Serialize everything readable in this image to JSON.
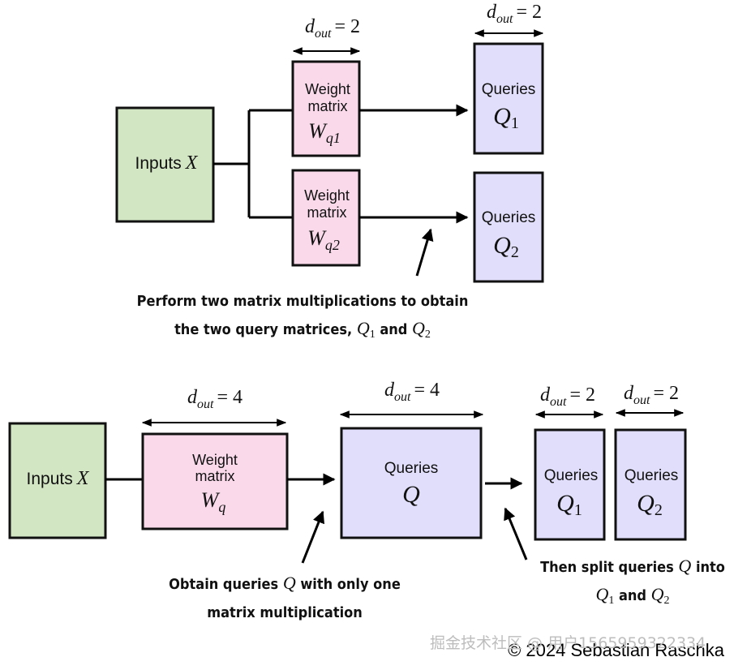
{
  "top_diagram": {
    "input_box": {
      "label": "Inputs",
      "symbol": "X"
    },
    "weight_boxes": [
      {
        "line1": "Weight",
        "line2": "matrix",
        "symbol": "W",
        "subscript": "q1"
      },
      {
        "line1": "Weight",
        "line2": "matrix",
        "symbol": "W",
        "subscript": "q2"
      }
    ],
    "query_boxes": [
      {
        "label": "Queries",
        "symbol": "Q",
        "subscript": "1"
      },
      {
        "label": "Queries",
        "symbol": "Q",
        "subscript": "2"
      }
    ],
    "dims": [
      {
        "var": "d",
        "sub": "out",
        "eq": "= 2"
      },
      {
        "var": "d",
        "sub": "out",
        "eq": "= 2"
      }
    ],
    "caption": {
      "line1": "Perform two matrix multiplications to obtain",
      "line2_prefix": "the two query matrices, ",
      "q1": "Q",
      "q1_sub": "1",
      "and": " and ",
      "q2": "Q",
      "q2_sub": "2"
    }
  },
  "bottom_diagram": {
    "input_box": {
      "label": "Inputs",
      "symbol": "X"
    },
    "weight_box": {
      "line1": "Weight",
      "line2": "matrix",
      "symbol": "W",
      "subscript": "q"
    },
    "query_box": {
      "label": "Queries",
      "symbol": "Q"
    },
    "split_boxes": [
      {
        "label": "Queries",
        "symbol": "Q",
        "subscript": "1"
      },
      {
        "label": "Queries",
        "symbol": "Q",
        "subscript": "2"
      }
    ],
    "dims": [
      {
        "var": "d",
        "sub": "out",
        "eq": "= 4"
      },
      {
        "var": "d",
        "sub": "out",
        "eq": "= 4"
      },
      {
        "var": "d",
        "sub": "out",
        "eq": "= 2"
      },
      {
        "var": "d",
        "sub": "out",
        "eq": "= 2"
      }
    ],
    "caption_left": {
      "line1_prefix": "Obtain queries ",
      "q": "Q",
      "line1_suffix": " with only one",
      "line2": "matrix multiplication"
    },
    "caption_right": {
      "line1_prefix": "Then split queries ",
      "q": "Q",
      "line1_suffix": " into",
      "q1": "Q",
      "q1_sub": "1",
      "and": " and ",
      "q2": "Q",
      "q2_sub": "2"
    }
  },
  "footer": {
    "watermark": "掘金技术社区 @ 用户1565959322334",
    "copyright": "© 2024 Sebastian Raschka"
  },
  "colors": {
    "input": "#d3e6c4",
    "weight": "#fadaea",
    "queries": "#e0defa"
  }
}
